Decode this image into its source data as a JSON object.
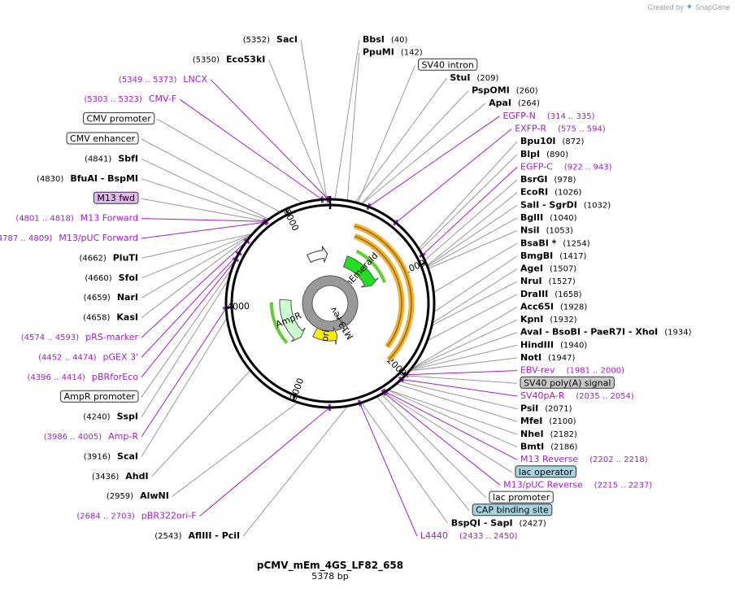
{
  "credit": {
    "prefix": "Created by",
    "brand": "SnapGene"
  },
  "plasmid": {
    "name": "pCMV_mEm_4GS_LF82_658",
    "length_label": "5378 bp",
    "length": 5378
  },
  "ticks": [
    {
      "bp": 1000,
      "label": "1000"
    },
    {
      "bp": 2000,
      "label": "2000"
    },
    {
      "bp": 3000,
      "label": "3000"
    },
    {
      "bp": 4000,
      "label": "4000"
    },
    {
      "bp": 5000,
      "label": "5000"
    }
  ],
  "labels": [
    {
      "kind": "enzyme",
      "side": "left",
      "pos": "(5352)",
      "name": "SacI",
      "bp": 5352
    },
    {
      "kind": "enzyme",
      "side": "left",
      "pos": "(5350)",
      "name": "Eco53kI",
      "bp": 5350
    },
    {
      "kind": "primer",
      "side": "left",
      "pos": "(5349 .. 5373)",
      "name": "LNCX",
      "bp": 5361
    },
    {
      "kind": "primer",
      "side": "left",
      "pos": "(5303 .. 5323)",
      "name": "CMV-F",
      "bp": 5313
    },
    {
      "kind": "feature",
      "side": "left",
      "name": "CMV promoter",
      "bp": 5150,
      "fill": "#ffffff"
    },
    {
      "kind": "feature",
      "side": "left",
      "name": "CMV enhancer",
      "bp": 4950,
      "fill": "#ffffff"
    },
    {
      "kind": "enzyme",
      "side": "left",
      "pos": "(4841)",
      "name": "SbfI",
      "bp": 4841
    },
    {
      "kind": "enzyme",
      "side": "left",
      "pos": "(4830)",
      "name": "BfuAI  -  BspMI",
      "bp": 4830
    },
    {
      "kind": "feature",
      "side": "left",
      "name": "M13 fwd",
      "bp": 4810,
      "fill": "#e3b8f0"
    },
    {
      "kind": "primer",
      "side": "left",
      "pos": "(4801 .. 4818)",
      "name": "M13 Forward",
      "bp": 4809
    },
    {
      "kind": "primer",
      "side": "left",
      "pos": "(4787 .. 4809)",
      "name": "M13/pUC Forward",
      "bp": 4798
    },
    {
      "kind": "enzyme",
      "side": "left",
      "pos": "(4662)",
      "name": "PluTI",
      "bp": 4662
    },
    {
      "kind": "enzyme",
      "side": "left",
      "pos": "(4660)",
      "name": "SfoI",
      "bp": 4660
    },
    {
      "kind": "enzyme",
      "side": "left",
      "pos": "(4659)",
      "name": "NarI",
      "bp": 4659
    },
    {
      "kind": "enzyme",
      "side": "left",
      "pos": "(4658)",
      "name": "KasI",
      "bp": 4658
    },
    {
      "kind": "primer",
      "side": "left",
      "pos": "(4574 .. 4593)",
      "name": "pRS-marker",
      "bp": 4583
    },
    {
      "kind": "primer",
      "side": "left",
      "pos": "(4452 .. 4474)",
      "name": "pGEX 3'",
      "bp": 4463
    },
    {
      "kind": "primer",
      "side": "left",
      "pos": "(4396 .. 4414)",
      "name": "pBRforEco",
      "bp": 4405
    },
    {
      "kind": "feature",
      "side": "left",
      "name": "AmpR promoter",
      "bp": 4330,
      "fill": "#ffffff"
    },
    {
      "kind": "enzyme",
      "side": "left",
      "pos": "(4240)",
      "name": "SspI",
      "bp": 4240
    },
    {
      "kind": "primer",
      "side": "left",
      "pos": "(3986 .. 4005)",
      "name": "Amp-R",
      "bp": 3995
    },
    {
      "kind": "enzyme",
      "side": "left",
      "pos": "(3916)",
      "name": "ScaI",
      "bp": 3916
    },
    {
      "kind": "enzyme",
      "side": "left",
      "pos": "(3436)",
      "name": "AhdI",
      "bp": 3436
    },
    {
      "kind": "enzyme",
      "side": "left",
      "pos": "(2959)",
      "name": "AlwNI",
      "bp": 2959
    },
    {
      "kind": "primer",
      "side": "left",
      "pos": "(2684 .. 2703)",
      "name": "pBR322ori-F",
      "bp": 2693
    },
    {
      "kind": "enzyme",
      "side": "left",
      "pos": "(2543)",
      "name": "AflIII  -  PciI",
      "bp": 2543
    },
    {
      "kind": "enzyme",
      "side": "right",
      "pos": "(40)",
      "name": "BbsI",
      "bp": 40
    },
    {
      "kind": "enzyme",
      "side": "right",
      "pos": "(142)",
      "name": "PpuMI",
      "bp": 142
    },
    {
      "kind": "feature",
      "side": "right",
      "name": "SV40 intron",
      "bp": 230,
      "fill": "#ffffff"
    },
    {
      "kind": "enzyme",
      "side": "right",
      "pos": "(209)",
      "name": "StuI",
      "bp": 209
    },
    {
      "kind": "enzyme",
      "side": "right",
      "pos": "(260)",
      "name": "PspOMI",
      "bp": 260
    },
    {
      "kind": "enzyme",
      "side": "right",
      "pos": "(264)",
      "name": "ApaI",
      "bp": 264
    },
    {
      "kind": "primer",
      "side": "right",
      "pos": "(314 .. 335)",
      "name": "EGFP-N",
      "bp": 324
    },
    {
      "kind": "primer",
      "side": "right",
      "pos": "(575 .. 594)",
      "name": "EXFP-R",
      "bp": 585
    },
    {
      "kind": "enzyme",
      "side": "right",
      "pos": "(872)",
      "name": "Bpu10I",
      "bp": 872
    },
    {
      "kind": "enzyme",
      "side": "right",
      "pos": "(890)",
      "name": "BlpI",
      "bp": 890
    },
    {
      "kind": "primer",
      "side": "right",
      "pos": "(922 .. 943)",
      "name": "EGFP-C",
      "bp": 932
    },
    {
      "kind": "enzyme",
      "side": "right",
      "pos": "(978)",
      "name": "BsrGI",
      "bp": 978
    },
    {
      "kind": "enzyme",
      "side": "right",
      "pos": "(1026)",
      "name": "EcoRI",
      "bp": 1026
    },
    {
      "kind": "enzyme",
      "side": "right",
      "pos": "(1032)",
      "name": "SalI  -  SgrDI",
      "bp": 1032
    },
    {
      "kind": "enzyme",
      "side": "right",
      "pos": "(1040)",
      "name": "BglII",
      "bp": 1040
    },
    {
      "kind": "enzyme",
      "side": "right",
      "pos": "(1053)",
      "name": "NsiI",
      "bp": 1053
    },
    {
      "kind": "enzyme",
      "side": "right",
      "pos": "(1254)",
      "name": "BsaBI *",
      "bp": 1254
    },
    {
      "kind": "enzyme",
      "side": "right",
      "pos": "(1417)",
      "name": "BmgBI",
      "bp": 1417
    },
    {
      "kind": "enzyme",
      "side": "right",
      "pos": "(1507)",
      "name": "AgeI",
      "bp": 1507
    },
    {
      "kind": "enzyme",
      "side": "right",
      "pos": "(1527)",
      "name": "NruI",
      "bp": 1527
    },
    {
      "kind": "enzyme",
      "side": "right",
      "pos": "(1658)",
      "name": "DraIII",
      "bp": 1658
    },
    {
      "kind": "enzyme",
      "side": "right",
      "pos": "(1928)",
      "name": "Acc65I",
      "bp": 1928
    },
    {
      "kind": "enzyme",
      "side": "right",
      "pos": "(1932)",
      "name": "KpnI",
      "bp": 1932
    },
    {
      "kind": "enzyme",
      "side": "right",
      "pos": "(1934)",
      "name": "AvaI  -  BsoBI  -  PaeR7I  -  XhoI",
      "bp": 1934
    },
    {
      "kind": "enzyme",
      "side": "right",
      "pos": "(1940)",
      "name": "HindIII",
      "bp": 1940
    },
    {
      "kind": "enzyme",
      "side": "right",
      "pos": "(1947)",
      "name": "NotI",
      "bp": 1947
    },
    {
      "kind": "primer",
      "side": "right",
      "pos": "(1981 .. 2000)",
      "name": "EBV-rev",
      "bp": 1990
    },
    {
      "kind": "feature",
      "side": "right",
      "name": "SV40 poly(A) signal",
      "bp": 2000,
      "fill": "#c8c8c8"
    },
    {
      "kind": "primer",
      "side": "right",
      "pos": "(2035 .. 2054)",
      "name": "SV40pA-R",
      "bp": 2044
    },
    {
      "kind": "enzyme",
      "side": "right",
      "pos": "(2071)",
      "name": "PsiI",
      "bp": 2071
    },
    {
      "kind": "enzyme",
      "side": "right",
      "pos": "(2100)",
      "name": "MfeI",
      "bp": 2100
    },
    {
      "kind": "enzyme",
      "side": "right",
      "pos": "(2182)",
      "name": "NheI",
      "bp": 2182
    },
    {
      "kind": "enzyme",
      "side": "right",
      "pos": "(2186)",
      "name": "BmtI",
      "bp": 2186
    },
    {
      "kind": "primer",
      "side": "right",
      "pos": "(2202 .. 2218)",
      "name": "M13 Reverse",
      "bp": 2210
    },
    {
      "kind": "feature",
      "side": "right",
      "name": "lac operator",
      "bp": 2220,
      "fill": "#a6d5e0"
    },
    {
      "kind": "primer",
      "side": "right",
      "pos": "(2215 .. 2237)",
      "name": "M13/pUC Reverse",
      "bp": 2226
    },
    {
      "kind": "feature",
      "side": "right",
      "name": "lac promoter",
      "bp": 2250,
      "fill": "#ffffff"
    },
    {
      "kind": "feature",
      "side": "right",
      "name": "CAP binding site",
      "bp": 2290,
      "fill": "#a6d5e0"
    },
    {
      "kind": "enzyme",
      "side": "right",
      "pos": "(2427)",
      "name": "BspQI  -  SapI",
      "bp": 2427
    },
    {
      "kind": "primer",
      "side": "right",
      "pos": "(2433 .. 2450)",
      "name": "L4440",
      "bp": 2441
    }
  ],
  "map_features": [
    {
      "name": "mEmerald",
      "start": 300,
      "end": 1000,
      "dir": "cw",
      "fill": "#22dd22"
    },
    {
      "name": "M13 rev",
      "start": 2200,
      "end": 2237,
      "dir": "ccw",
      "fill": "#999999"
    },
    {
      "name": "ori",
      "start": 2500,
      "end": 3100,
      "dir": "ccw",
      "fill": "#ffee00"
    },
    {
      "name": "AmpR",
      "start": 3300,
      "end": 4100,
      "dir": "ccw",
      "fill": "#ccffcc"
    }
  ],
  "colors": {
    "enzyme_line": "#999999",
    "primer": "#a020c8",
    "orf": "#f0b030",
    "backbone": "#000000"
  }
}
